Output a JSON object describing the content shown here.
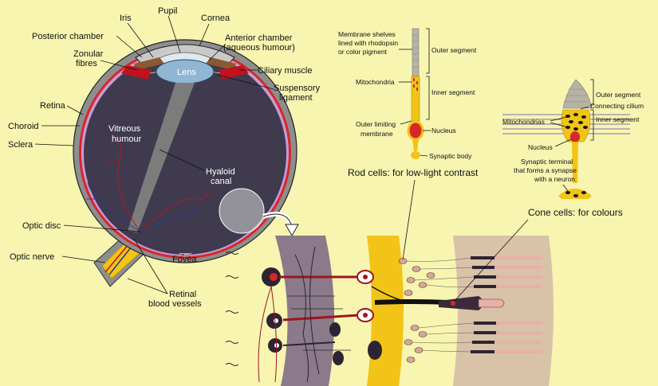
{
  "eye_labels": {
    "pupil": "Pupil",
    "iris": "Iris",
    "cornea": "Cornea",
    "posterior_chamber": "Posterior chamber",
    "anterior_chamber_1": "Anterior chamber",
    "anterior_chamber_2": "(aqueous humour)",
    "zonular_1": "Zonular",
    "zonular_2": "fibres",
    "lens": "Lens",
    "ciliary_muscle": "Ciliary muscle",
    "suspensory_1": "Suspensory",
    "suspensory_2": "ligament",
    "retina": "Retina",
    "choroid": "Choroid",
    "sclera": "Sclera",
    "vitreous_1": "Vitreous",
    "vitreous_2": "humour",
    "hyaloid_1": "Hyaloid",
    "hyaloid_2": "canal",
    "optic_disc": "Optic disc",
    "optic_nerve": "Optic nerve",
    "fovea": "Fovea",
    "retinal_vessels_1": "Retinal",
    "retinal_vessels_2": "blood vessels"
  },
  "rod_labels": {
    "membrane_1": "Membrane shelves",
    "membrane_2": "lined with rhodopsin",
    "membrane_3": "or color pigment",
    "outer_segment": "Outer segment",
    "mitochondria": "Mitochondria",
    "inner_segment": "Inner segment",
    "outer_limiting_1": "Outer limiting",
    "outer_limiting_2": "membrane",
    "nucleus": "Nucleus",
    "synaptic_body": "Synaptic body",
    "caption": "Rod cells: for low-light contrast"
  },
  "cone_labels": {
    "outer_segment": "Outer segment",
    "connecting_cilium": "Connecting cilium",
    "mitochondrias": "Mitochondrias",
    "inner_segment": "Inner segment",
    "nucleus": "Nucleus",
    "synaptic_1": "Synaptic terminal",
    "synaptic_2": "that forms a synapse",
    "synaptic_3": "with a neuron",
    "caption": "Cone cells: for colours"
  },
  "colors": {
    "background": "#f7f5b0",
    "sclera": "#8e8e8e",
    "vitreous": "#3f3a4e",
    "choroid": "#d62828",
    "lens": "#8fb6d4",
    "iris": "#8a5a2e",
    "photoreceptor": "#f2c417",
    "nerve": "#f2c417"
  }
}
